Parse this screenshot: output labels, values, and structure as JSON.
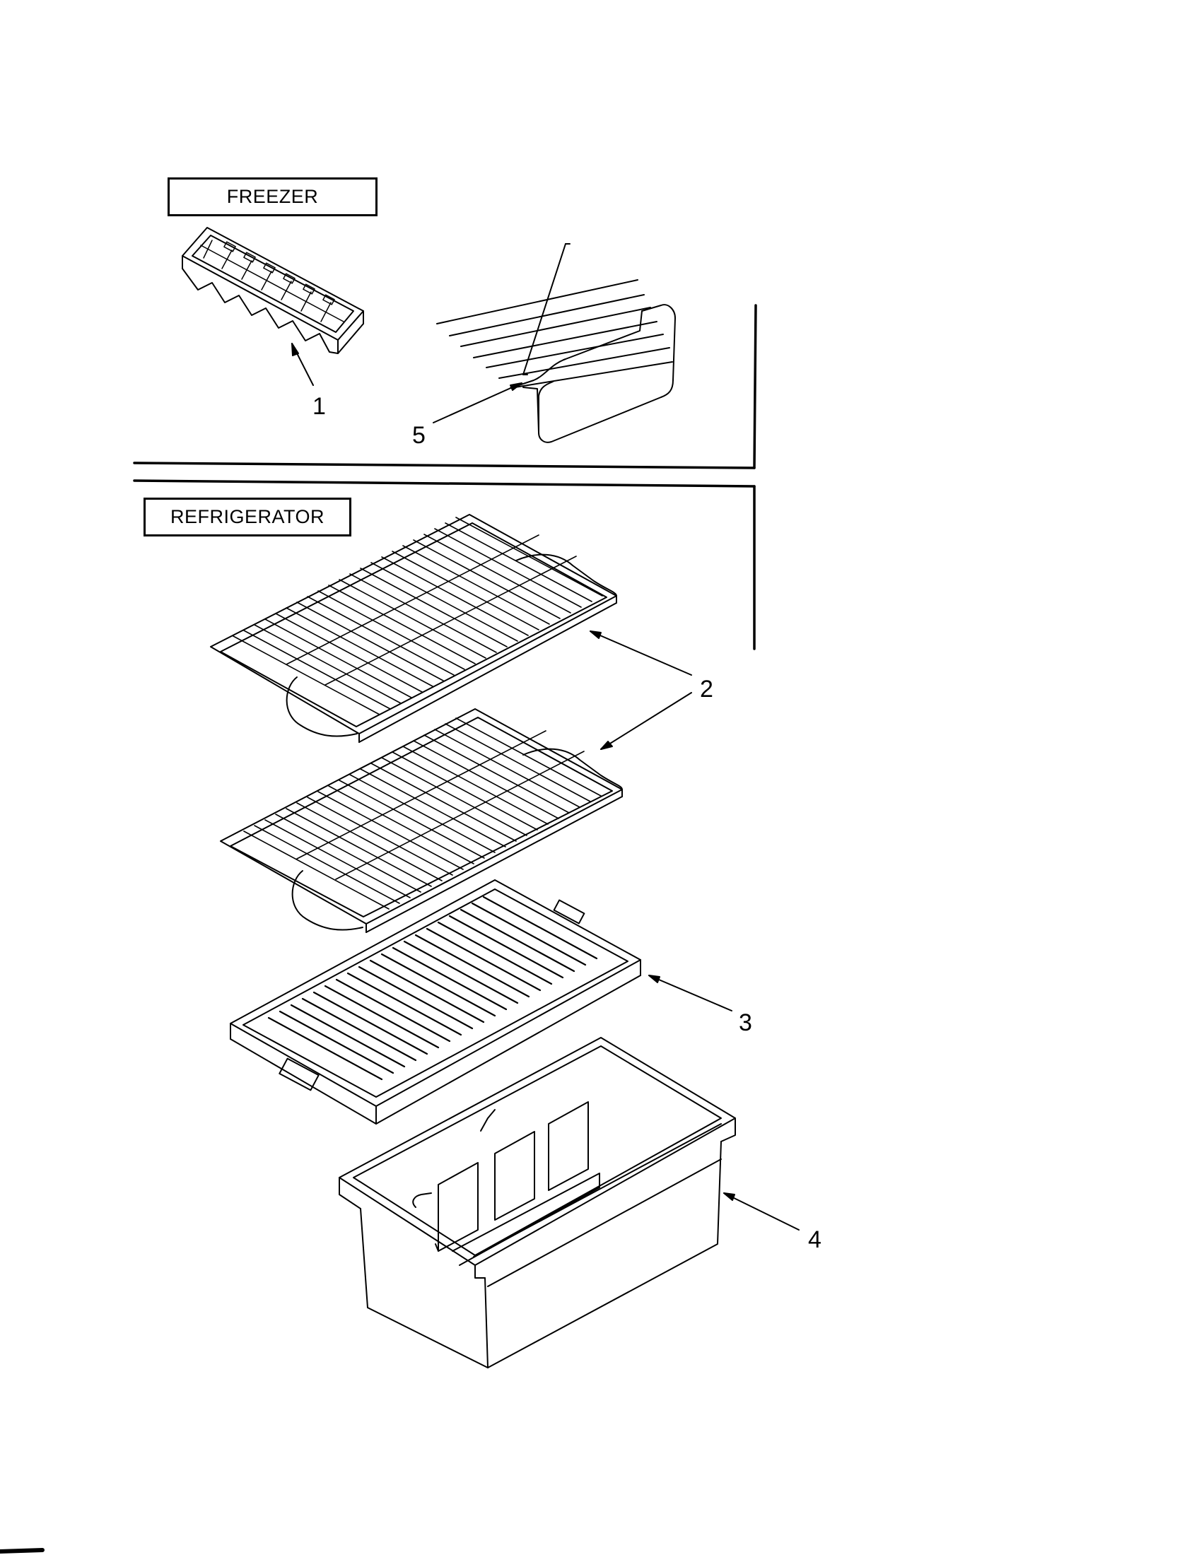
{
  "sections": {
    "freezer_label": "FREEZER",
    "refrigerator_label": "REFRIGERATOR"
  },
  "callouts": {
    "ice_tray": "1",
    "shelves": "2",
    "crisper_cover": "3",
    "crisper_pan": "4",
    "freezer_shelf": "5"
  },
  "colors": {
    "line": "#000000",
    "background": "#ffffff"
  }
}
